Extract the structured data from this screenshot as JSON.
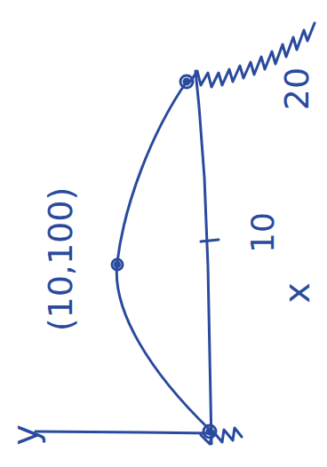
{
  "diagram": {
    "labels": [
      "(10,100)",
      "10",
      "x",
      "y",
      "20"
    ]
  }
}
